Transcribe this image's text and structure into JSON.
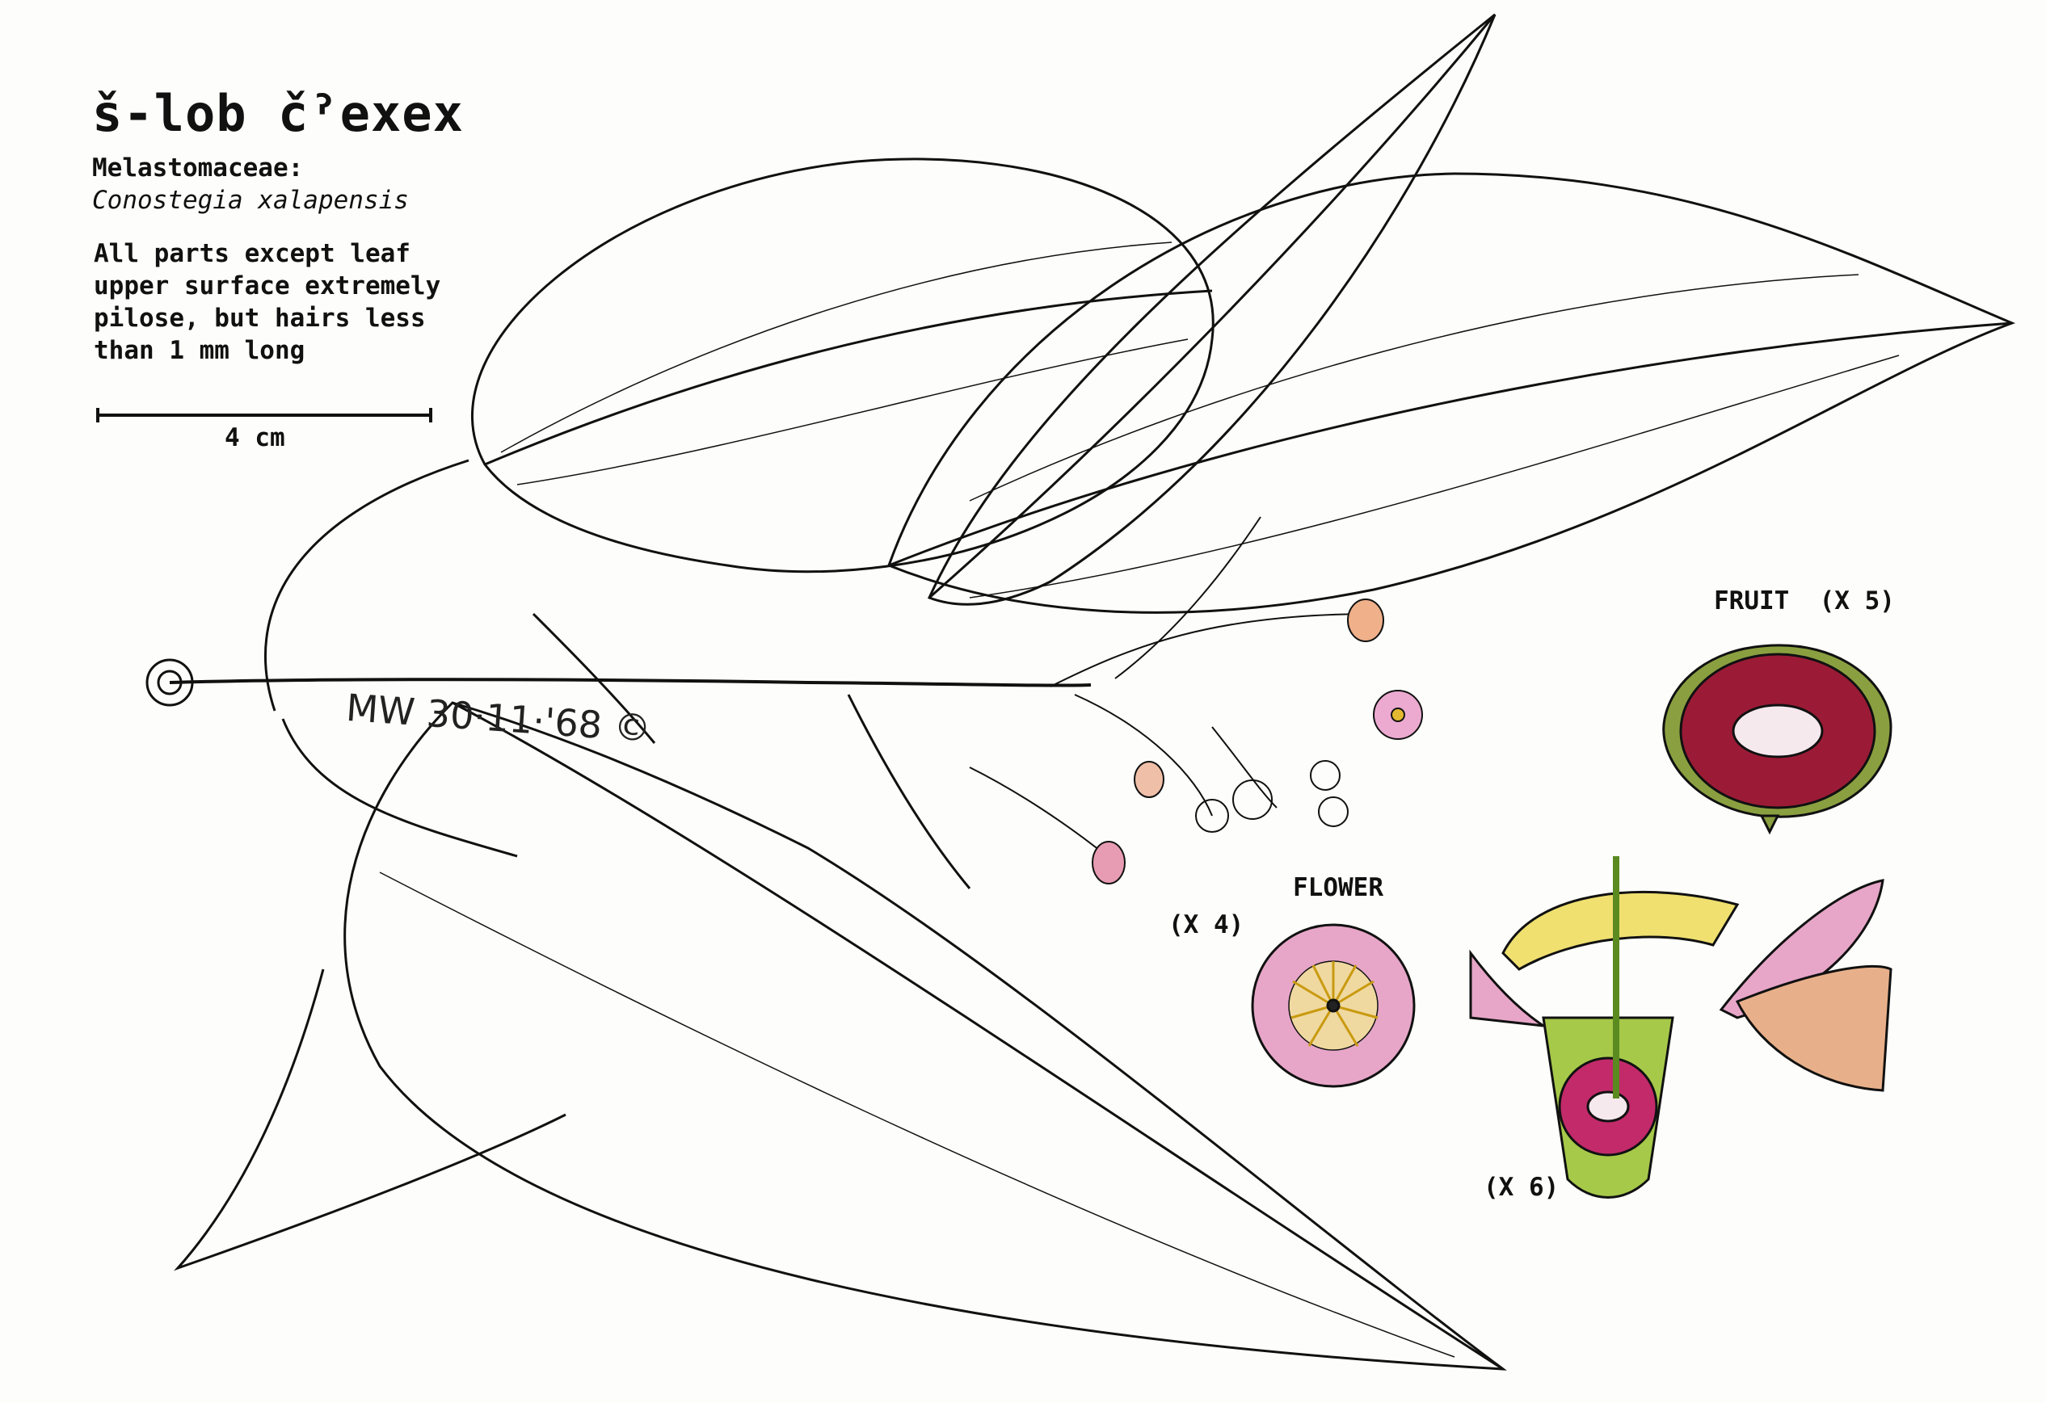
{
  "header": {
    "title": "š-lob čˀexex",
    "family": "Melastomaceae:",
    "species": "Conostegia xalapensis"
  },
  "description": {
    "lines": [
      "All parts except leaf",
      "upper surface extremely",
      "pilose, but hairs less",
      "than 1 mm long"
    ]
  },
  "scale": {
    "label": "4 cm"
  },
  "details": {
    "fruit_label": "FRUIT  (X 5)",
    "flower_label": "FLOWER",
    "flower_magnification": "(X 4)",
    "section_magnification": "(X 6)"
  },
  "signature": {
    "text": "MW 30·11·'68 ©"
  },
  "colors": {
    "ink": "#111111",
    "fruit_red": "#9b1b36",
    "flower_pink": "#e7a6c8",
    "stamen_yellow": "#e4b830",
    "calyx_green": "#a6c94a",
    "bud_peach": "#efb08a",
    "paper": "#fdfdfb"
  }
}
